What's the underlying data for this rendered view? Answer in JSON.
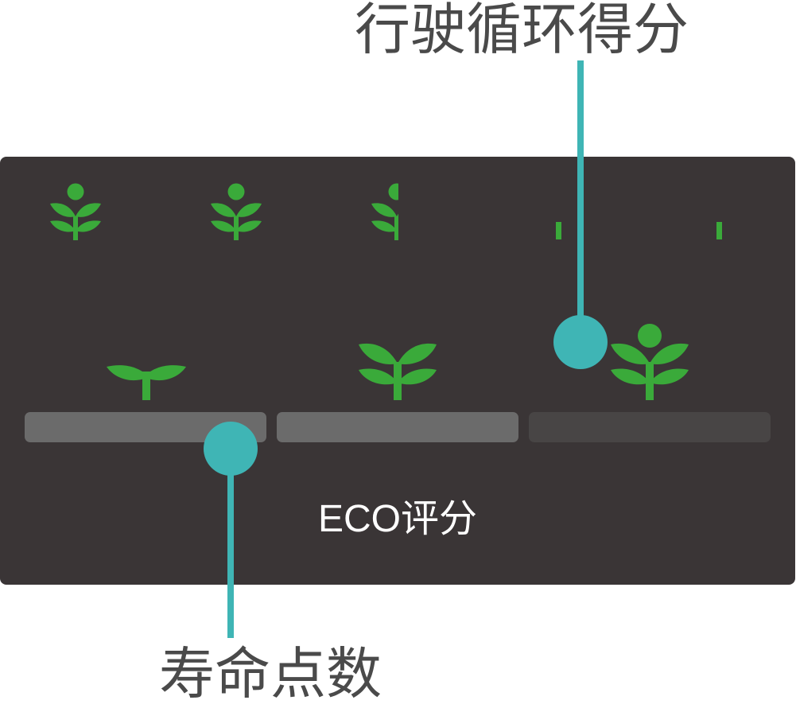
{
  "callouts": {
    "top_label": "行驶循环得分",
    "bottom_label": "寿命点数"
  },
  "panel": {
    "title": "ECO评分",
    "background": "#3a3536"
  },
  "lifetime_bars": [
    {
      "level": 1.0,
      "color": "#6b6b6b"
    },
    {
      "level": 1.0,
      "color": "#6b6b6b"
    },
    {
      "level": 0.0,
      "color": "#484545"
    }
  ],
  "colors": {
    "plant_green": "#3aaa3a",
    "callout_teal": "#3fb5b5",
    "label_gray": "#4a4a4a"
  },
  "icons": {
    "plant": "plant-with-flower-icon",
    "sprout": "sprout-icon"
  }
}
